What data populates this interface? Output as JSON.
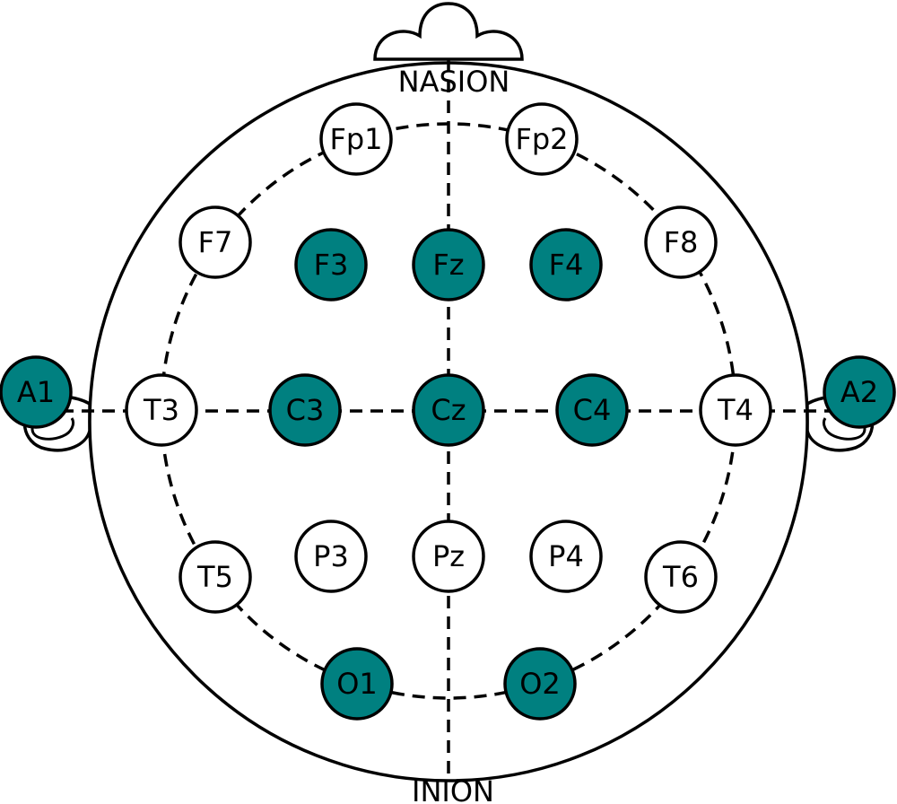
{
  "landmarks": {
    "nasion": "NASION",
    "inion": "INION"
  },
  "colors": {
    "active": "#008080",
    "inactive": "#ffffff",
    "stroke": "#000000"
  },
  "electrodes": [
    {
      "id": "fp1",
      "label": "Fp1",
      "active": false
    },
    {
      "id": "fp2",
      "label": "Fp2",
      "active": false
    },
    {
      "id": "f7",
      "label": "F7",
      "active": false
    },
    {
      "id": "f3",
      "label": "F3",
      "active": true
    },
    {
      "id": "fz",
      "label": "Fz",
      "active": true
    },
    {
      "id": "f4",
      "label": "F4",
      "active": true
    },
    {
      "id": "f8",
      "label": "F8",
      "active": false
    },
    {
      "id": "a1",
      "label": "A1",
      "active": true
    },
    {
      "id": "t3",
      "label": "T3",
      "active": false
    },
    {
      "id": "c3",
      "label": "C3",
      "active": true
    },
    {
      "id": "cz",
      "label": "Cz",
      "active": true
    },
    {
      "id": "c4",
      "label": "C4",
      "active": true
    },
    {
      "id": "t4",
      "label": "T4",
      "active": false
    },
    {
      "id": "a2",
      "label": "A2",
      "active": true
    },
    {
      "id": "t5",
      "label": "T5",
      "active": false
    },
    {
      "id": "p3",
      "label": "P3",
      "active": false
    },
    {
      "id": "pz",
      "label": "Pz",
      "active": false
    },
    {
      "id": "p4",
      "label": "P4",
      "active": false
    },
    {
      "id": "t6",
      "label": "T6",
      "active": false
    },
    {
      "id": "o1",
      "label": "O1",
      "active": true
    },
    {
      "id": "o2",
      "label": "O2",
      "active": true
    }
  ]
}
